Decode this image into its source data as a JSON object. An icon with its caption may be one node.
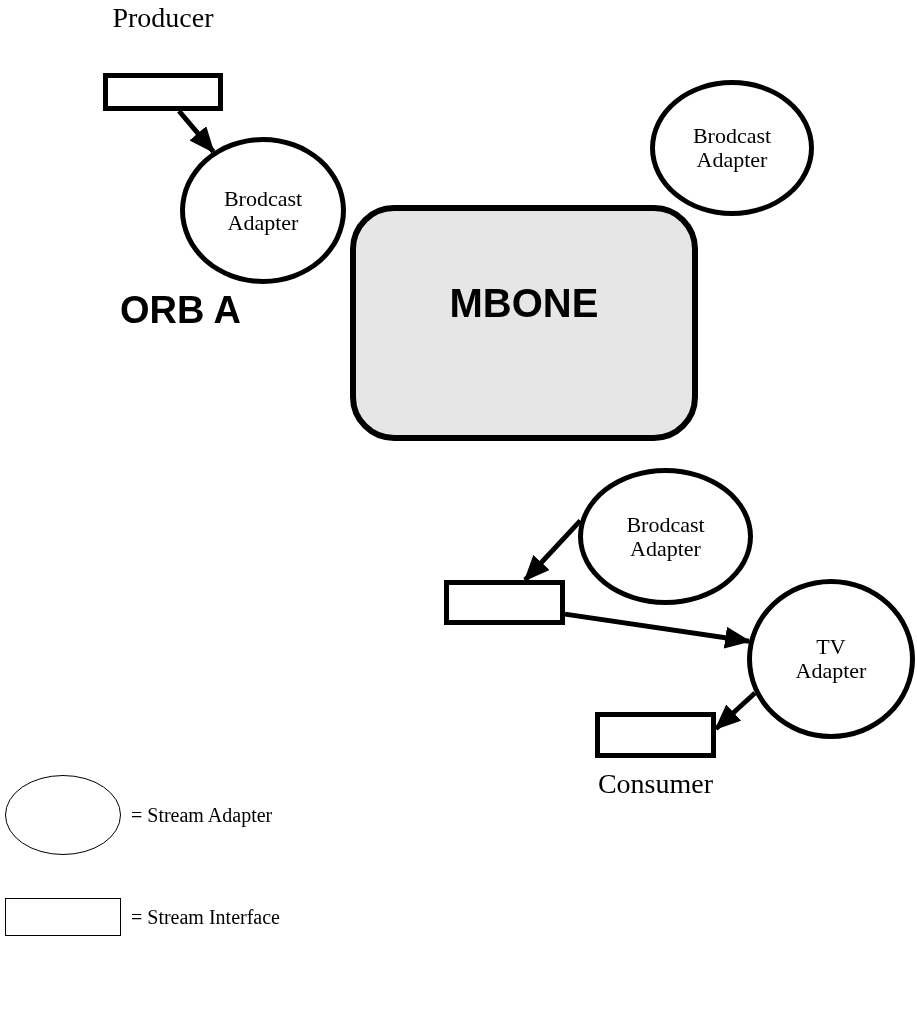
{
  "diagram": {
    "nodes": [
      {
        "text": [
          "Producer"
        ]
      },
      {
        "text": [
          "Brodcast Adapter"
        ]
      },
      {
        "text": [
          "MBONE"
        ]
      },
      {
        "text": [
          "Brodcast Adapter"
        ]
      },
      {
        "text": [
          "Brodcast Adapter"
        ]
      },
      {
        "text": [],
        "shape": "box"
      },
      {
        "text": [
          "TV Adapter"
        ]
      },
      {
        "text": [
          "Consumer"
        ]
      }
    ],
    "edges": [
      {
        "from": 0,
        "to": 1,
        "arrow": "to"
      },
      {
        "from": 4,
        "to": 5,
        "arrow": "to"
      },
      {
        "from": 5,
        "to": 6,
        "arrow": "to"
      },
      {
        "from": 6,
        "to": 7,
        "arrow": "to"
      }
    ],
    "labels": [
      "ORB A"
    ],
    "legend": [
      {
        "text": "= Stream Adapter"
      },
      {
        "text": "= Stream Interface"
      }
    ]
  }
}
